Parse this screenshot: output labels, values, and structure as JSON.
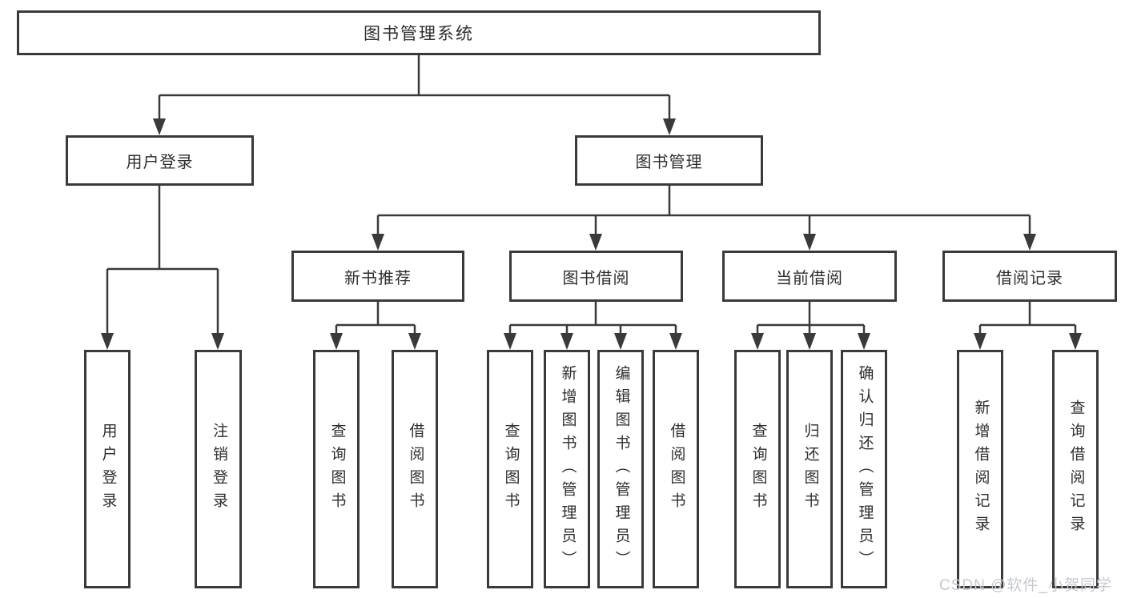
{
  "diagram": {
    "root": {
      "label": "图书管理系统"
    },
    "branches": [
      {
        "label": "用户登录",
        "children": [
          {
            "label": "用户登录"
          },
          {
            "label": "注销登录"
          }
        ]
      },
      {
        "label": "图书管理",
        "groups": [
          {
            "label": "新书推荐",
            "children": [
              {
                "label": "查询图书"
              },
              {
                "label": "借阅图书"
              }
            ]
          },
          {
            "label": "图书借阅",
            "children": [
              {
                "label": "查询图书"
              },
              {
                "label": "新增图书（管理员）"
              },
              {
                "label": "编辑图书（管理员）"
              },
              {
                "label": "借阅图书"
              }
            ]
          },
          {
            "label": "当前借阅",
            "children": [
              {
                "label": "查询图书"
              },
              {
                "label": "归还图书"
              },
              {
                "label": "确认归还（管理员）"
              }
            ]
          },
          {
            "label": "借阅记录",
            "children": [
              {
                "label": "新增借阅记录"
              },
              {
                "label": "查询借阅记录"
              }
            ]
          }
        ]
      }
    ]
  },
  "watermark": {
    "text": "CSDN @软件_小贺同学"
  },
  "colors": {
    "line": "#3a3a3a",
    "box_border": "#3a3a3a",
    "text": "#2e2e2e",
    "watermark": "#c6c9ce",
    "background": "#ffffff"
  }
}
